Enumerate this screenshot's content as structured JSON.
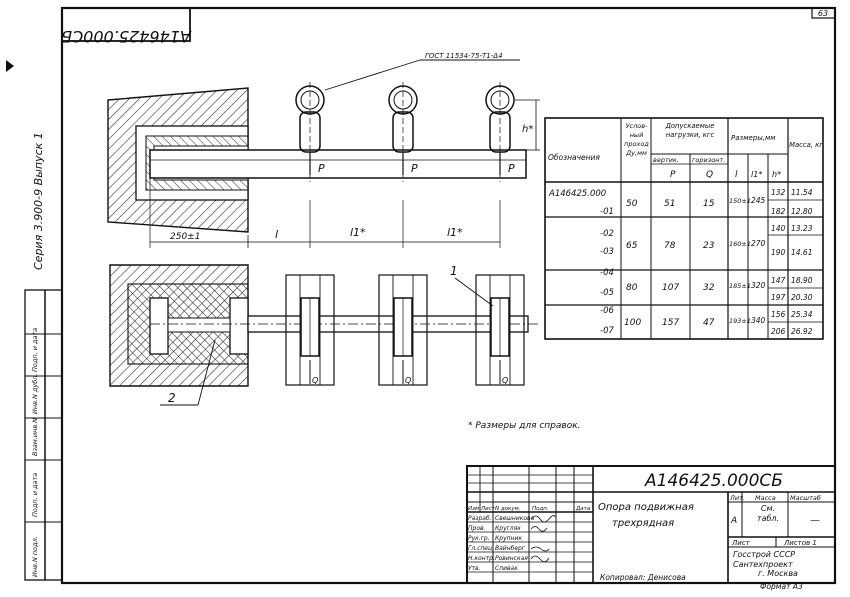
{
  "sheet": {
    "page_number": "63",
    "doc_code": "A146425.000СБ",
    "doc_code_mirrored": "A146425.000СБ",
    "series": "Серия 3.900-9 Выпуск 1",
    "margin_labels": [
      "Инв.N подл.",
      "Подп. и дата",
      "Взам.инв.N",
      "Инв.N дубл.",
      "Подп. и дата"
    ]
  },
  "drawing": {
    "gost_note": "ГОСТ 11534-75-Т1-Δ4",
    "load_labels": [
      "P",
      "P",
      "P"
    ],
    "dim_h": "h*",
    "dim_base": "250±1",
    "dim_l": "l",
    "dim_l1a": "l1*",
    "dim_l1b": "l1*",
    "callout_1": "1",
    "callout_2": "2",
    "q_labels": [
      "Q",
      "Q",
      "Q"
    ],
    "note": "* Размеры для справок."
  },
  "table": {
    "col_designation": "Обозначения",
    "col_dn": "Услов-ный проход Ду,мм",
    "col_loads": "Допускаемые нагрузки, кгс",
    "col_vert": "вертик.",
    "col_horiz": "горизонт.",
    "col_dims": "Размеры,мм",
    "col_mass": "Масса, кг",
    "sub_p": "P",
    "sub_q": "Q",
    "sub_l": "l",
    "sub_l1": "l1*",
    "sub_h": "h*",
    "rows": [
      {
        "designation": "A146425.000",
        "mass": "11.54",
        "h": "132"
      },
      {
        "designation": "-01",
        "mass": "12.80",
        "h": "182"
      },
      {
        "designation": "-02",
        "mass": "13.23",
        "h": "140"
      },
      {
        "designation": "-03",
        "mass": "14.61",
        "h": "190"
      },
      {
        "designation": "-04",
        "mass": "18.90",
        "h": "147"
      },
      {
        "designation": "-05",
        "mass": "20.30",
        "h": "197"
      },
      {
        "designation": "-06",
        "mass": "25.34",
        "h": "156"
      },
      {
        "designation": "-07",
        "mass": "26.92",
        "h": "206"
      }
    ],
    "groups": [
      {
        "dn": "50",
        "p": "51",
        "q": "15",
        "l": "150±1",
        "l1": "245"
      },
      {
        "dn": "65",
        "p": "78",
        "q": "23",
        "l": "160±1",
        "l1": "270"
      },
      {
        "dn": "80",
        "p": "107",
        "q": "32",
        "l": "185±1",
        "l1": "320"
      },
      {
        "dn": "100",
        "p": "157",
        "q": "47",
        "l": "193±1",
        "l1": "340"
      }
    ]
  },
  "title_block": {
    "doc_code": "A146425.000СБ",
    "title_line1": "Опора подвижная",
    "title_line2": "трехрядная",
    "lit_header": "Лит.",
    "lit_value": "А",
    "mass_header": "Масса",
    "mass_value": "См. табл.",
    "scale_header": "Масштаб",
    "scale_value": "—",
    "sheet_label": "Лист",
    "sheets_label": "Листов 1",
    "org_line1": "Госстрой СССР",
    "org_line2": "Сантехпроект",
    "org_line3": "г. Москва",
    "copied_by": "Копировал: Денисова",
    "format": "Формат А3",
    "header_row": [
      "Изм.",
      "Лист",
      "N докум.",
      "Подп.",
      "Дата"
    ],
    "staff": [
      {
        "role": "Разраб.",
        "name": "Свешникова"
      },
      {
        "role": "Пров.",
        "name": "Кругляк"
      },
      {
        "role": "Рук.гр.",
        "name": "Крупник"
      },
      {
        "role": "Гл.спец.",
        "name": "Вайнберг"
      },
      {
        "role": "Н.контр.",
        "name": "Ровинская"
      },
      {
        "role": "Утв.",
        "name": "Спивак"
      }
    ]
  }
}
